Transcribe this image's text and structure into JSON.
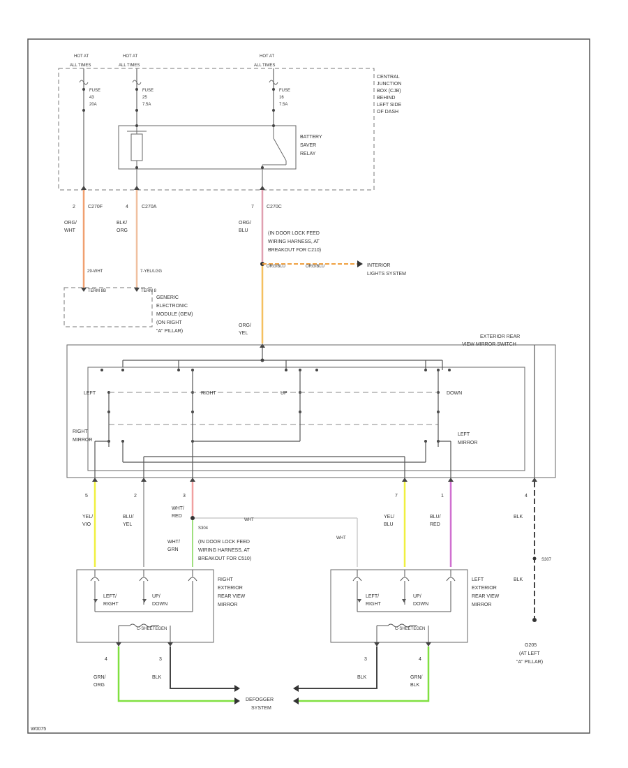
{
  "figure_id": "W0075",
  "hot_labels": [
    [
      "HOT AT",
      "ALL TIMES"
    ],
    [
      "HOT AT",
      "ALL TIMES"
    ],
    [
      "HOT AT",
      "ALL TIMES"
    ]
  ],
  "fuses": [
    [
      "FUSE",
      "43",
      "20A"
    ],
    [
      "FUSE",
      "25",
      "7.5A"
    ],
    [
      "FUSE",
      "16",
      "7.5A"
    ]
  ],
  "central_junction_box": [
    "CENTRAL",
    "JUNCTION",
    "BOX (CJB)",
    "BEHIND",
    "LEFT SIDE",
    "OF DASH"
  ],
  "relay_label": [
    "BATTERY",
    "SAVER",
    "RELAY"
  ],
  "connectors": [
    {
      "pin": "2",
      "id": "C270F",
      "color": [
        "ORG/",
        "WHT"
      ],
      "circuit": "29-WHT"
    },
    {
      "pin": "4",
      "id": "C270A",
      "color": [
        "BLK/",
        "ORG"
      ],
      "circuit": "7-YEL/LGG"
    },
    {
      "pin": "7",
      "id": "C270C",
      "color": [
        "ORG/",
        "BLU"
      ]
    }
  ],
  "gem_pins": [
    "TERM 8B",
    "TERM 8"
  ],
  "gem_label": [
    "GENERIC",
    "ELECTRONIC",
    "MODULE (GEM)",
    "(ON RIGHT",
    "\"A\" PILLAR)"
  ],
  "splice_note": [
    "(IN DOOR LOCK FEED",
    "WIRING HARNESS, AT",
    "BREAKOUT FOR C210)"
  ],
  "splice_wire": [
    "ORG/BLU",
    "ORG/BLU"
  ],
  "interior_lights": [
    "INTERIOR",
    "LIGHTS SYSTEM"
  ],
  "switch_feed_color": [
    "ORG/",
    "YEL"
  ],
  "switch_title": [
    "EXTERIOR REAR",
    "VIEW MIRROR SWITCH"
  ],
  "switch_positions": [
    "LEFT",
    "RIGHT",
    "UP",
    "DOWN"
  ],
  "mirror_select": [
    "RIGHT",
    "MIRROR",
    "LEFT",
    "MIRROR"
  ],
  "switch_pins": [
    {
      "pin": "5",
      "color": [
        "YEL/",
        "VIO"
      ]
    },
    {
      "pin": "2",
      "color": [
        "BLU/",
        "YEL"
      ]
    },
    {
      "pin": "3",
      "color": [
        "WHT/",
        "RED"
      ]
    },
    {
      "pin": "7",
      "color": [
        "YEL/",
        "BLU"
      ]
    },
    {
      "pin": "1",
      "color": [
        "BLU/",
        "RED"
      ]
    },
    {
      "pin": "4",
      "color": [
        "BLK"
      ]
    }
  ],
  "splice_s304": {
    "id": "S304",
    "note": [
      "(IN DOOR LOCK FEED",
      "WIRING HARNESS, AT",
      "BREAKOUT FOR C510)"
    ],
    "wire": "WHT",
    "color": [
      "WHT/",
      "GRN"
    ]
  },
  "wht_drop": "WHT",
  "motor_labels": [
    "LEFT/",
    "RIGHT",
    "UP/",
    "DOWN"
  ],
  "right_mirror": [
    "RIGHT",
    "EXTERIOR",
    "REAR VIEW",
    "MIRROR"
  ],
  "left_mirror": [
    "LEFT",
    "EXTERIOR",
    "REAR VIEW",
    "MIRROR"
  ],
  "defrost_label": "C-SHEETEGEN",
  "ground": {
    "splice": "S307",
    "wire": "BLK",
    "location": [
      "G205",
      "(AT LEFT",
      "\"A\" PILLAR)"
    ]
  },
  "bottom_pins": [
    {
      "pin": "4",
      "color": [
        "GRN/",
        "ORG"
      ]
    },
    {
      "pin": "3",
      "color": [
        "BLK"
      ]
    },
    {
      "pin": "3",
      "color": [
        "BLK"
      ]
    },
    {
      "pin": "4",
      "color": [
        "GRN/",
        "BLK"
      ]
    }
  ],
  "defogger": [
    "DEFOGGER",
    "SYSTEM"
  ],
  "colors": {
    "line": "#444444",
    "org_wht": "#f0a070",
    "org_blu": "#e0a0b0",
    "org_yel": "#f5c060",
    "orange": "#f0a040",
    "yellow": "#f0f040",
    "pink": "#f0a0a0",
    "violet": "#d070d0",
    "white_wire": "#cccccc",
    "green": "#80e040",
    "light_green": "#a0e080"
  }
}
